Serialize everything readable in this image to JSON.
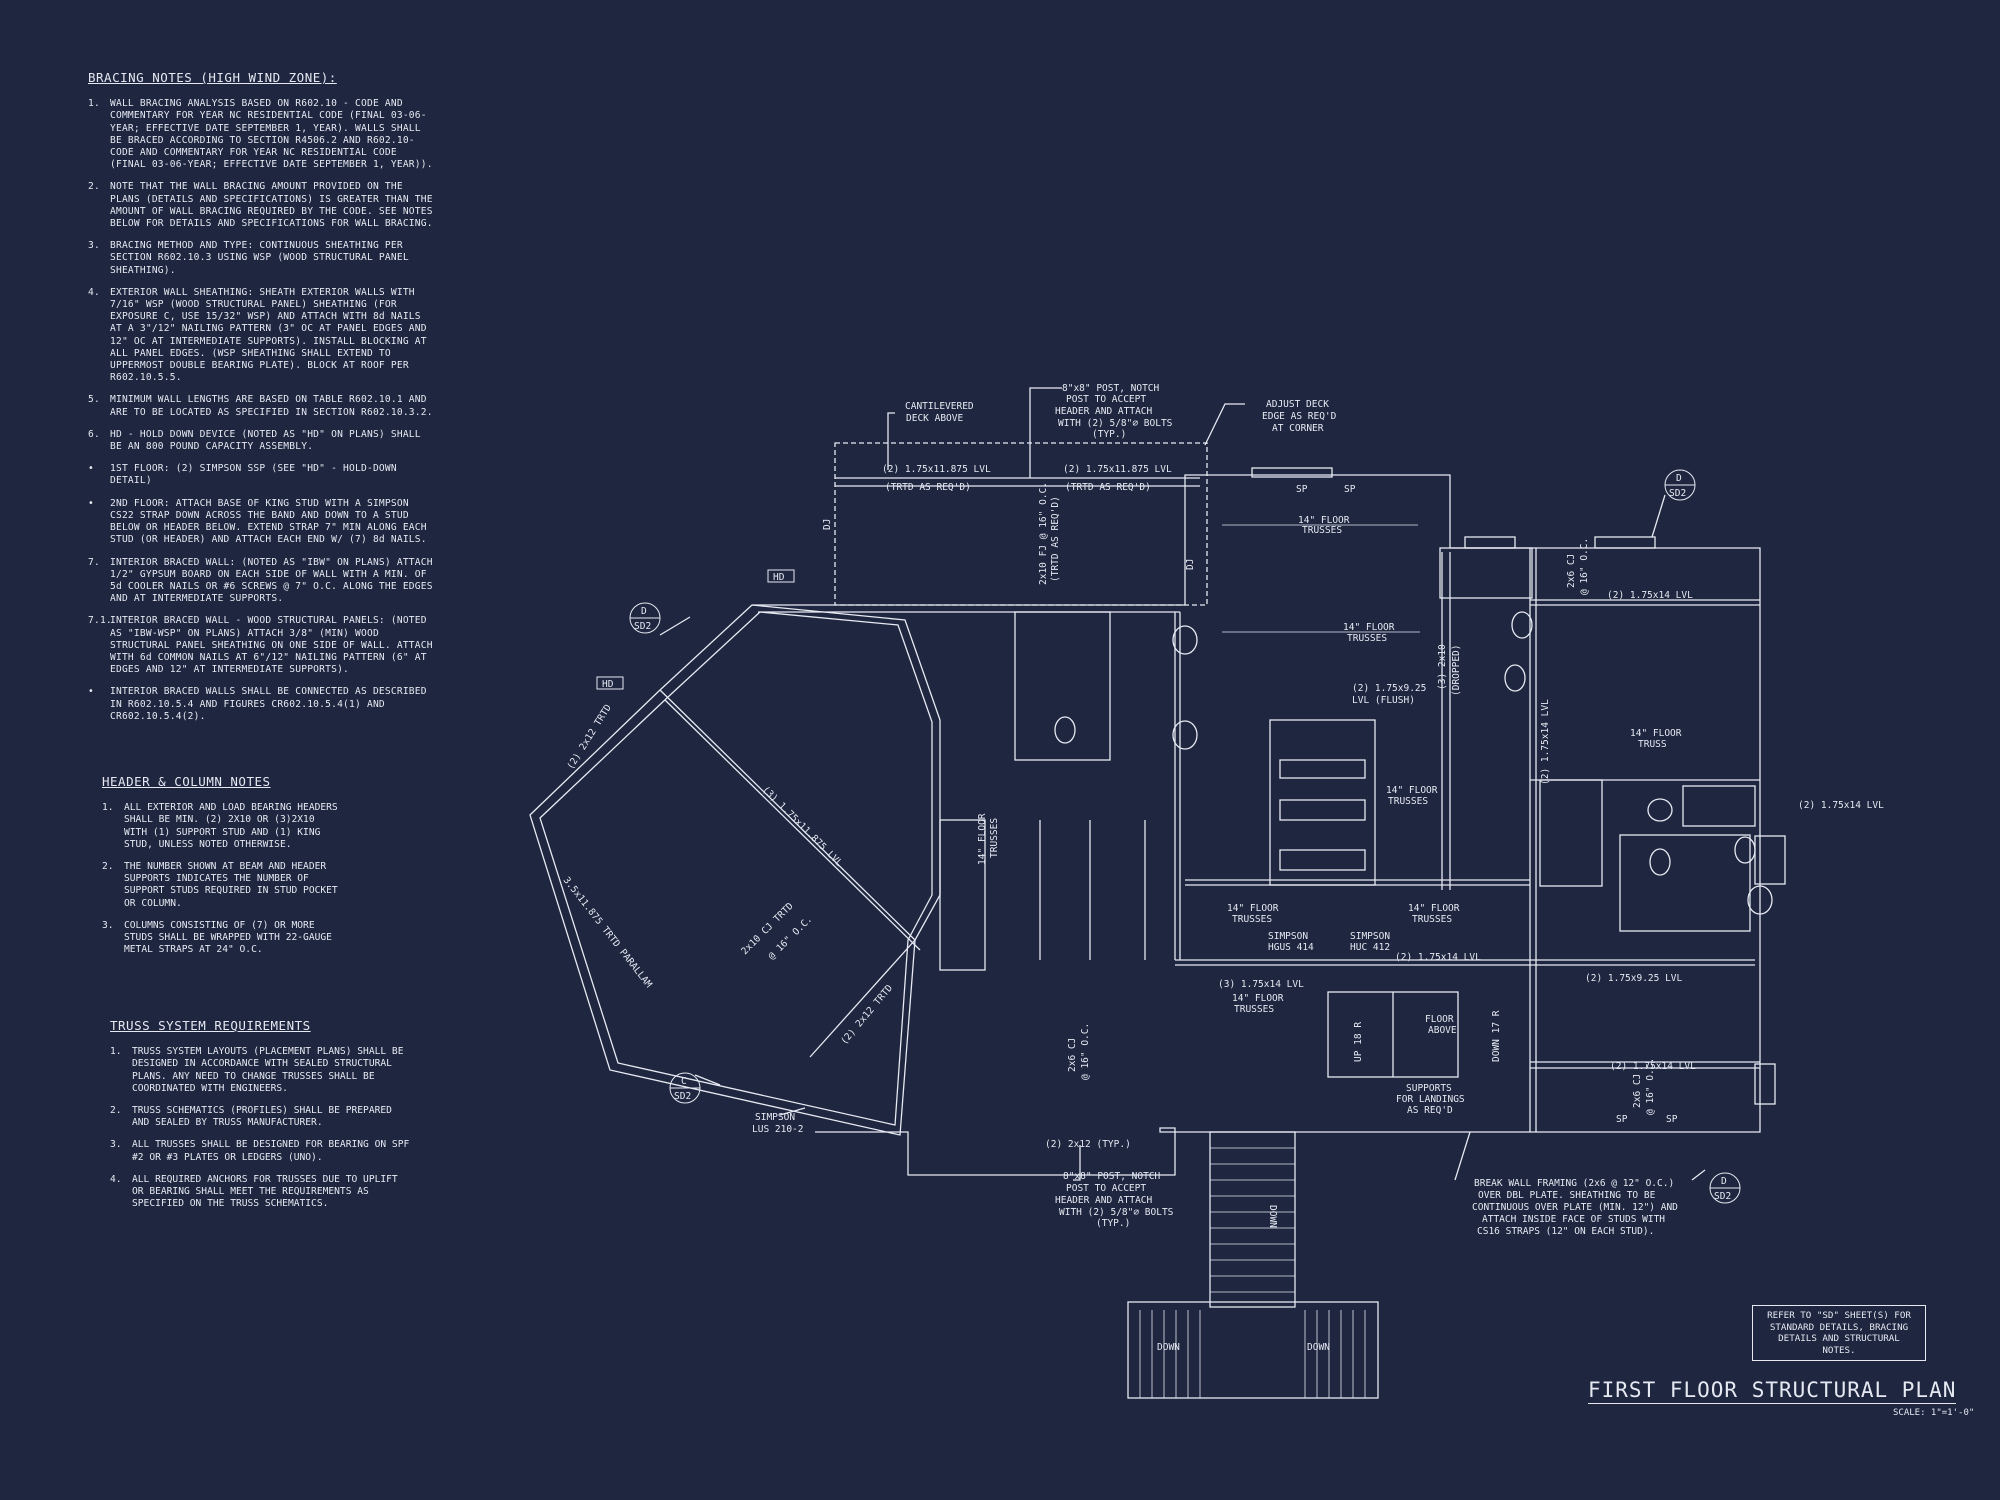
{
  "bracing": {
    "title": "BRACING NOTES (HIGH WIND ZONE):",
    "items": [
      {
        "n": "1.",
        "t": "WALL BRACING ANALYSIS BASED ON R602.10 - CODE AND COMMENTARY FOR YEAR NC RESIDENTIAL CODE (FINAL 03-06-YEAR; EFFECTIVE DATE SEPTEMBER 1, YEAR). WALLS SHALL BE BRACED ACCORDING TO SECTION R4506.2 AND R602.10- CODE AND COMMENTARY FOR YEAR NC RESIDENTIAL CODE (FINAL 03-06-YEAR; EFFECTIVE DATE SEPTEMBER 1, YEAR))."
      },
      {
        "n": "2.",
        "t": "NOTE THAT THE WALL BRACING AMOUNT PROVIDED ON THE PLANS (DETAILS AND SPECIFICATIONS) IS GREATER THAN THE AMOUNT OF WALL BRACING REQUIRED BY THE CODE. SEE NOTES BELOW FOR DETAILS AND SPECIFICATIONS FOR WALL BRACING."
      },
      {
        "n": "3.",
        "t": "BRACING METHOD AND TYPE: CONTINUOUS SHEATHING PER SECTION R602.10.3 USING WSP (WOOD STRUCTURAL PANEL SHEATHING)."
      },
      {
        "n": "4.",
        "t": "EXTERIOR WALL SHEATHING: SHEATH EXTERIOR WALLS WITH 7/16\" WSP (WOOD STRUCTURAL PANEL) SHEATHING (FOR EXPOSURE C, USE 15/32\" WSP) AND ATTACH WITH 8d NAILS AT A 3\"/12\" NAILING PATTERN (3\" OC AT PANEL EDGES AND 12\" OC AT INTERMEDIATE SUPPORTS). INSTALL BLOCKING AT ALL PANEL EDGES. (WSP SHEATHING SHALL EXTEND TO UPPERMOST DOUBLE BEARING PLATE). BLOCK AT ROOF PER R602.10.5.5."
      },
      {
        "n": "5.",
        "t": "MINIMUM WALL LENGTHS ARE BASED ON TABLE R602.10.1 AND ARE TO BE LOCATED AS SPECIFIED IN SECTION R602.10.3.2."
      },
      {
        "n": "6.",
        "t": "HD - HOLD DOWN DEVICE (NOTED AS \"HD\" ON PLANS) SHALL BE AN 800 POUND CAPACITY ASSEMBLY."
      },
      {
        "n": "•",
        "t": "1ST FLOOR: (2) SIMPSON SSP (SEE \"HD\" - HOLD-DOWN DETAIL)"
      },
      {
        "n": "•",
        "t": "2ND FLOOR: ATTACH BASE OF KING STUD WITH A SIMPSON CS22 STRAP DOWN ACROSS THE BAND AND DOWN TO A STUD BELOW OR HEADER BELOW. EXTEND STRAP 7\" MIN ALONG EACH STUD (OR HEADER) AND ATTACH EACH END W/ (7) 8d NAILS."
      },
      {
        "n": "7.",
        "t": "INTERIOR BRACED WALL: (NOTED AS \"IBW\" ON PLANS) ATTACH 1/2\" GYPSUM BOARD ON EACH SIDE OF WALL WITH A MIN. OF 5d COOLER NAILS OR #6 SCREWS @ 7\" O.C. ALONG THE EDGES AND AT INTERMEDIATE SUPPORTS."
      },
      {
        "n": "7.1.",
        "t": "INTERIOR BRACED WALL - WOOD STRUCTURAL PANELS: (NOTED AS \"IBW-WSP\" ON PLANS) ATTACH 3/8\" (MIN) WOOD STRUCTURAL PANEL SHEATHING ON ONE SIDE OF WALL. ATTACH WITH 6d COMMON NAILS AT 6\"/12\" NAILING PATTERN (6\" AT EDGES AND 12\" AT INTERMEDIATE SUPPORTS)."
      },
      {
        "n": "•",
        "t": "INTERIOR BRACED WALLS SHALL BE CONNECTED AS DESCRIBED IN R602.10.5.4 AND FIGURES CR602.10.5.4(1) AND CR602.10.5.4(2)."
      }
    ]
  },
  "header_notes": {
    "title": "HEADER & COLUMN NOTES",
    "items": [
      {
        "n": "1.",
        "t": "ALL EXTERIOR AND LOAD BEARING HEADERS SHALL BE MIN. (2) 2X10 OR (3)2X10 WITH (1) SUPPORT STUD AND (1) KING STUD, UNLESS NOTED OTHERWISE."
      },
      {
        "n": "2.",
        "t": "THE NUMBER SHOWN AT BEAM AND HEADER SUPPORTS INDICATES THE NUMBER OF SUPPORT STUDS REQUIRED IN STUD POCKET OR COLUMN."
      },
      {
        "n": "3.",
        "t": "COLUMNS CONSISTING OF (7) OR MORE STUDS SHALL BE WRAPPED WITH 22-GAUGE METAL STRAPS AT 24\" O.C."
      }
    ]
  },
  "truss_notes": {
    "title": "TRUSS SYSTEM REQUIREMENTS",
    "items": [
      {
        "n": "1.",
        "t": "TRUSS SYSTEM LAYOUTS (PLACEMENT PLANS) SHALL BE DESIGNED IN ACCORDANCE WITH SEALED STRUCTURAL PLANS. ANY NEED TO CHANGE TRUSSES SHALL BE COORDINATED WITH ENGINEERS."
      },
      {
        "n": "2.",
        "t": "TRUSS SCHEMATICS (PROFILES) SHALL BE PREPARED AND SEALED BY TRUSS MANUFACTURER."
      },
      {
        "n": "3.",
        "t": "ALL TRUSSES SHALL BE DESIGNED FOR BEARING ON SPF #2 OR #3 PLATES OR LEDGERS (UNO)."
      },
      {
        "n": "4.",
        "t": "ALL REQUIRED ANCHORS FOR TRUSSES DUE TO UPLIFT OR BEARING SHALL MEET THE REQUIREMENTS AS SPECIFIED ON THE TRUSS SCHEMATICS."
      }
    ]
  },
  "plan": {
    "title": "FIRST FLOOR STRUCTURAL PLAN",
    "scale": "SCALE: 1\"=1'-0\"",
    "reference": "REFER TO \"SD\" SHEET(S) FOR STANDARD DETAILS, BRACING DETAILS AND STRUCTURAL NOTES.",
    "callouts": {
      "cantilevered": "CANTILEVERED",
      "deck_above": "DECK ABOVE",
      "post_top": [
        "8\"x8\" POST, NOTCH",
        "POST TO ACCEPT",
        "HEADER AND ATTACH",
        "WITH (2) 5/8\"⌀ BOLTS",
        "(TYP.)"
      ],
      "adjust_deck": [
        "ADJUST DECK",
        "EDGE AS REQ'D",
        "AT CORNER"
      ],
      "post_bottom": [
        "8\"x8\" POST, NOTCH",
        "POST TO ACCEPT",
        "HEADER AND ATTACH",
        "WITH (2) 5/8\"⌀ BOLTS",
        "(TYP.)"
      ],
      "break_wall": [
        "BREAK WALL FRAMING (2x6 @ 12\" O.C.)",
        "OVER DBL PLATE. SHEATHING TO BE",
        "CONTINUOUS OVER PLATE (MIN. 12\") AND",
        "ATTACH INSIDE FACE OF STUDS WITH",
        "CS16 STRAPS (12\" ON EACH STUD)."
      ],
      "lvl_a": "(2) 1.75x11.875 LVL",
      "lvl_b": "(2) 1.75x11.875 LVL",
      "trtd_a": "(TRTD AS REQ'D)",
      "trtd_b": "(TRTD AS REQ'D)",
      "floor_trusses": "14\" FLOOR",
      "trusses": "TRUSSES",
      "floor_truss": "14\" FLOOR",
      "truss": "TRUSS",
      "lvl_14a": "(2) 1.75x14 LVL",
      "lvl_14b": "(2) 1.75x14 LVL",
      "lvl_14c": "(2) 1.75x14 LVL",
      "lvl_14d": "(2) 1.75x14 LVL",
      "lvl_14e": "(2) 1.75x14 LVL",
      "lvl_14v": "(2) 1.75x14 LVL",
      "lvl_925a": "(2) 1.75x9.25",
      "lvl_flush": "LVL (FLUSH)",
      "lvl_925b": "(2) 1.75x9.25 LVL",
      "lvl_3_14": "(3) 1.75x14 LVL",
      "lvl_3_11875": "(3) 1.75x11.875 LVL",
      "dropped_a": "(3) 2x10",
      "dropped_b": "(DROPPED)",
      "parallam": "3.5x11.875 TRTD PARALLAM",
      "trtd_2x12a": "(2) 2x12 TRTD",
      "trtd_2x12b": "(2) 2x12 TRTD",
      "cj_trtd": "2x10 CJ TRTD",
      "cj_oc": "@ 16\" O.C.",
      "fj_a": "2x10 FJ @ 16\" O.C.",
      "fj_b": "(TRTD AS REQ'D)",
      "cj_a": "2x6 CJ",
      "cj_b": "@ 16\" O.C.",
      "cj2_a": "2x6 CJ",
      "cj2_b": "@ 16\" O.C.",
      "cj3_a": "2x6 CJ",
      "cj3_b": "@ 16\" O.C.",
      "simpson_hgus": [
        "SIMPSON",
        "HGUS 414"
      ],
      "simpson_huc": [
        "SIMPSON",
        "HUC 412"
      ],
      "simpson_lus": [
        "SIMPSON",
        "LUS 210-2"
      ],
      "floor_above": [
        "FLOOR",
        "ABOVE"
      ],
      "supports": [
        "SUPPORTS",
        "FOR LANDINGS",
        "AS REQ'D"
      ],
      "up18": "UP 18 R",
      "down17": "DOWN 17 R",
      "two_2x12": "(2) 2x12 (TYP.)",
      "down": "DOWN",
      "dj": "DJ",
      "hd": "HD",
      "sp": "SP",
      "sd2": "SD2",
      "d": "D",
      "c": "C",
      "sd": "SD"
    }
  }
}
